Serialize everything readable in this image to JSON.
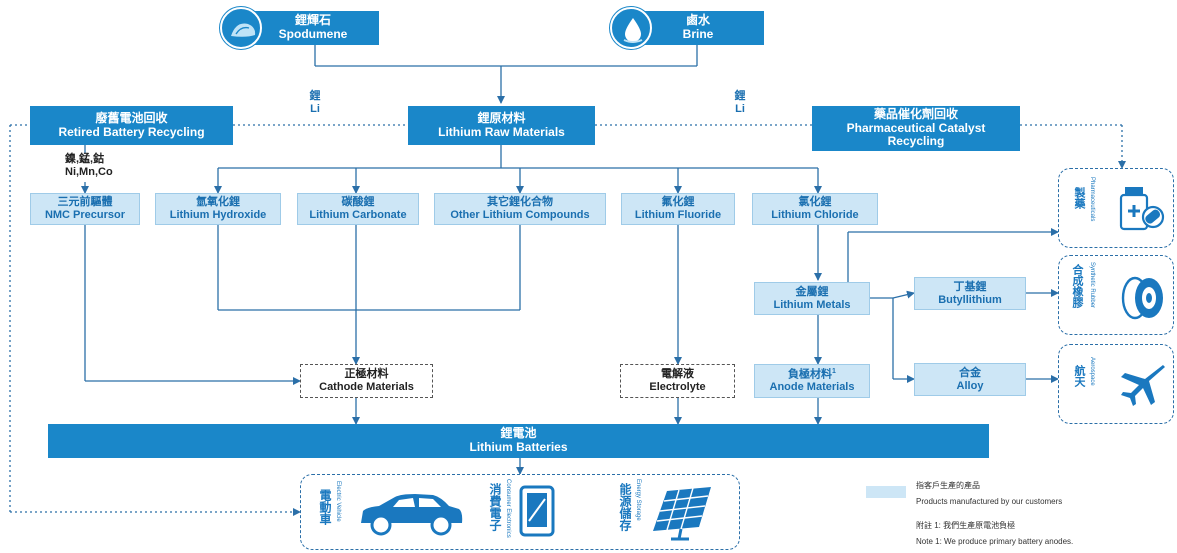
{
  "sources": {
    "spodumene": {
      "zh": "鋰輝石",
      "en": "Spodumene"
    },
    "brine": {
      "zh": "鹵水",
      "en": "Brine"
    }
  },
  "labels": {
    "li_left": {
      "zh": "鋰",
      "en": "Li"
    },
    "li_right": {
      "zh": "鋰",
      "en": "Li"
    },
    "nimnco": {
      "zh": "鎳,錳,鈷",
      "en": "Ni,Mn,Co"
    }
  },
  "top_row": {
    "battery_recycling": {
      "zh": "廢舊電池回收",
      "en": "Retired Battery Recycling"
    },
    "raw_materials": {
      "zh": "鋰原材料",
      "en": "Lithium Raw Materials"
    },
    "pharma_recycling": {
      "zh": "藥品催化劑回收",
      "en": "Pharmaceutical Catalyst Recycling"
    }
  },
  "compounds": [
    {
      "zh": "三元前驅體",
      "en": "NMC Precursor"
    },
    {
      "zh": "氫氧化鋰",
      "en": "Lithium Hydroxide"
    },
    {
      "zh": "碳酸鋰",
      "en": "Lithium Carbonate"
    },
    {
      "zh": "其它鋰化合物",
      "en": "Other Lithium Compounds"
    },
    {
      "zh": "氟化鋰",
      "en": "Lithium Fluoride"
    },
    {
      "zh": "氯化鋰",
      "en": "Lithium Chloride"
    }
  ],
  "metals": {
    "lithium_metals": {
      "zh": "金屬鋰",
      "en": "Lithium Metals"
    },
    "butyllithium": {
      "zh": "丁基鋰",
      "en": "Butyllithium"
    },
    "alloy": {
      "zh": "合金",
      "en": "Alloy"
    },
    "anode": {
      "zh": "負極材料",
      "sup": "1",
      "en": "Anode Materials"
    }
  },
  "materials": {
    "cathode": {
      "zh": "正極材料",
      "en": "Cathode Materials"
    },
    "electrolyte": {
      "zh": "電解液",
      "en": "Electrolyte"
    }
  },
  "batteries": {
    "zh": "鋰電池",
    "en": "Lithium Batteries"
  },
  "applications": {
    "pharma": {
      "zh": "製藥",
      "en": "Pharmaceuticals"
    },
    "rubber": {
      "zh": "合成橡膠",
      "en": "Synthetic Rubber"
    },
    "aero": {
      "zh": "航天",
      "en": "Aerospace"
    }
  },
  "end_uses": [
    {
      "zh": "電動車",
      "en": "Electric Vehicle",
      "icon": "car-icon"
    },
    {
      "zh": "消費電子",
      "en": "Consumer Electronics",
      "icon": "tablet-icon"
    },
    {
      "zh": "能源儲存",
      "en": "Energy Storage",
      "icon": "solar-panel-icon"
    }
  ],
  "legend": {
    "zh": "指客戶生產的產品",
    "en": "Products manufactured by our customers",
    "note_zh": "附註 1: 我們生產原電池負極",
    "note_en": "Note 1: We produce primary battery anodes."
  },
  "colors": {
    "dark": "#1a87c9",
    "light": "#cde6f6",
    "line": "#2b6fa8"
  }
}
